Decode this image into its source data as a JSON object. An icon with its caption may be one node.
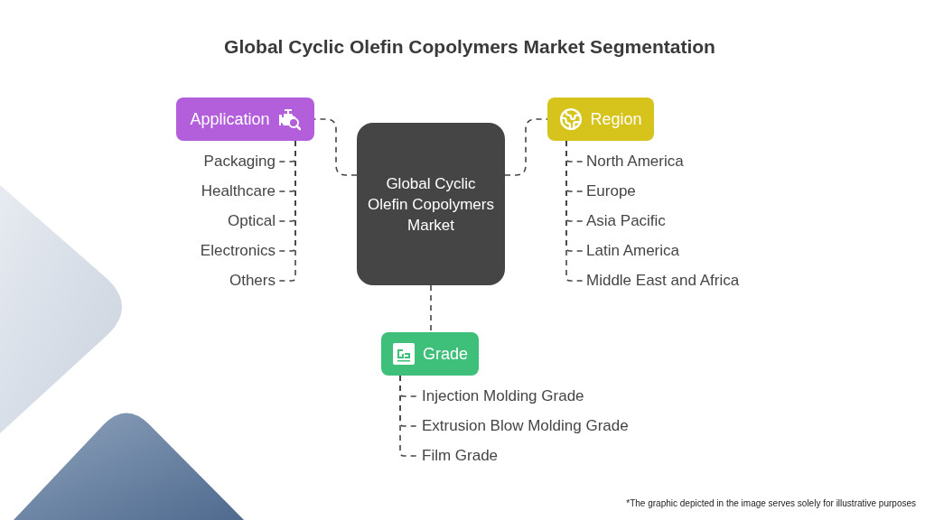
{
  "diagram": {
    "title": "Global Cyclic Olefin Copolymers Market Segmentation",
    "nodes": [
      {
        "text": [
          "Global Cyclic Olefin Copolymers Market"
        ]
      },
      {
        "text": [
          "Application"
        ]
      },
      {
        "text": [
          "Packaging"
        ]
      },
      {
        "text": [
          "Healthcare"
        ]
      },
      {
        "text": [
          "Optical"
        ]
      },
      {
        "text": [
          "Electronics"
        ]
      },
      {
        "text": [
          "Others"
        ]
      },
      {
        "text": [
          "Region"
        ]
      },
      {
        "text": [
          "North America"
        ]
      },
      {
        "text": [
          "Europe"
        ]
      },
      {
        "text": [
          "Asia Pacific"
        ]
      },
      {
        "text": [
          "Latin America"
        ]
      },
      {
        "text": [
          "Middle East and Africa"
        ]
      },
      {
        "text": [
          "Grade"
        ]
      },
      {
        "text": [
          "Injection Molding Grade"
        ]
      },
      {
        "text": [
          "Extrusion Blow Molding Grade"
        ]
      },
      {
        "text": [
          "Film Grade"
        ]
      }
    ],
    "edges": [
      {
        "from": 0,
        "to": 1,
        "arrow": "none",
        "style": "dashed"
      },
      {
        "from": 0,
        "to": 7,
        "arrow": "none",
        "style": "dashed"
      },
      {
        "from": 0,
        "to": 13,
        "arrow": "none",
        "style": "dashed"
      },
      {
        "from": 1,
        "to": 2,
        "arrow": "none",
        "style": "dashed"
      },
      {
        "from": 1,
        "to": 3,
        "arrow": "none",
        "style": "dashed"
      },
      {
        "from": 1,
        "to": 4,
        "arrow": "none",
        "style": "dashed"
      },
      {
        "from": 1,
        "to": 5,
        "arrow": "none",
        "style": "dashed"
      },
      {
        "from": 1,
        "to": 6,
        "arrow": "none",
        "style": "dashed"
      },
      {
        "from": 7,
        "to": 8,
        "arrow": "none",
        "style": "dashed"
      },
      {
        "from": 7,
        "to": 9,
        "arrow": "none",
        "style": "dashed"
      },
      {
        "from": 7,
        "to": 10,
        "arrow": "none",
        "style": "dashed"
      },
      {
        "from": 7,
        "to": 11,
        "arrow": "none",
        "style": "dashed"
      },
      {
        "from": 7,
        "to": 12,
        "arrow": "none",
        "style": "dashed"
      },
      {
        "from": 13,
        "to": 14,
        "arrow": "none",
        "style": "dashed"
      },
      {
        "from": 13,
        "to": 15,
        "arrow": "none",
        "style": "dashed"
      },
      {
        "from": 13,
        "to": 16,
        "arrow": "none",
        "style": "dashed"
      }
    ],
    "labels": [
      "*The graphic depicted in the image serves solely for illustrative purposes"
    ]
  }
}
